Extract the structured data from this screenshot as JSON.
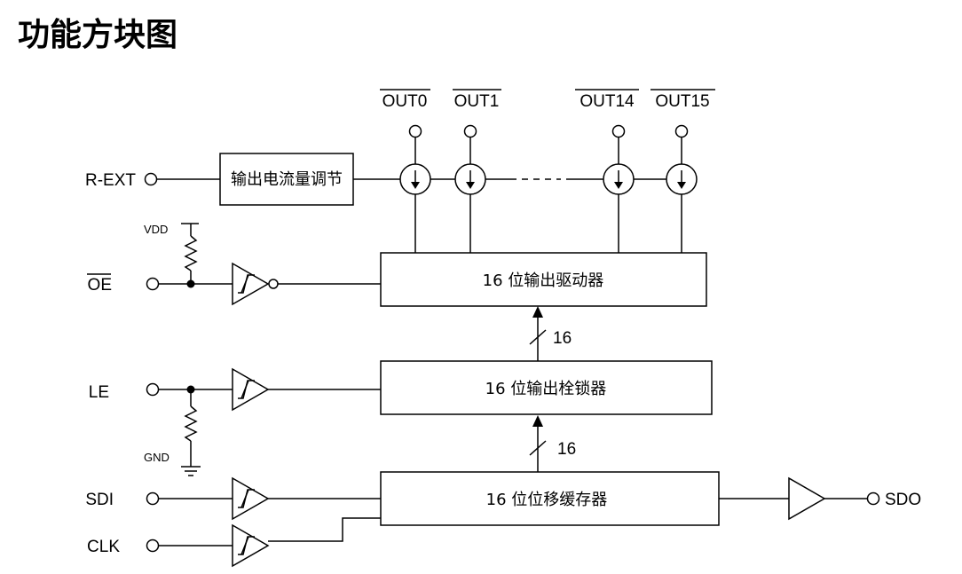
{
  "title": "功能方块图",
  "pins": {
    "r_ext": "R-EXT",
    "oe": "OE",
    "le": "LE",
    "sdi": "SDI",
    "clk": "CLK",
    "sdo": "SDO",
    "vdd": "VDD",
    "gnd": "GND"
  },
  "outputs": [
    "OUT0",
    "OUT1",
    "OUT14",
    "OUT15"
  ],
  "blocks": {
    "current_adjust": "输出电流量调节",
    "driver": "16 位输出驱动器",
    "latch": "16 位输出栓锁器",
    "shift_register": "16 位位移缓存器"
  },
  "bus_width": [
    "16",
    "16"
  ]
}
